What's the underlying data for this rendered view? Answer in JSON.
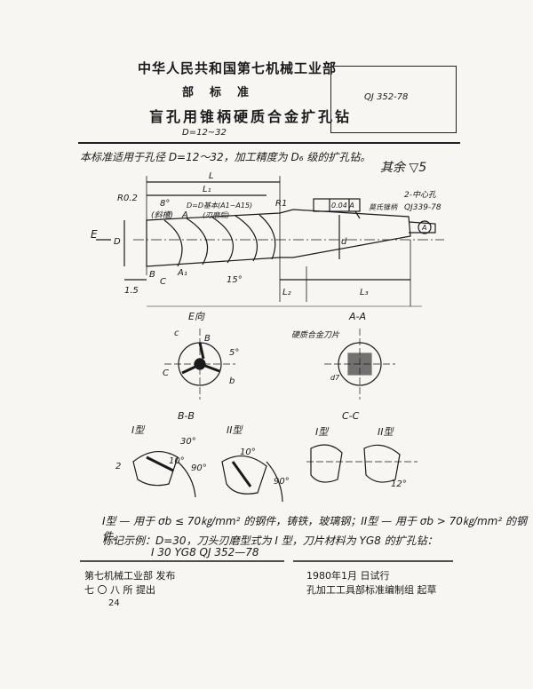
{
  "header": {
    "ministry": "中华人民共和国第七机械工业部",
    "dept_standard": "部标准",
    "title": "盲孔用锥柄硬质合金扩孔钻",
    "range": "D=12~32",
    "standard_no": "QJ 352-78"
  },
  "body": {
    "intro": "本标准适用于孔径 D=12～32，加工精度为 D₆ 级的扩孔钻。",
    "finish": "其余 ▽5"
  },
  "drawing": {
    "labels": {
      "L": "L",
      "L1": "L₁",
      "L2": "L₂",
      "L3": "L₃",
      "l5": "1.5",
      "r02": "R0.2",
      "r1": "R1",
      "deg8": "8°",
      "jiban": "(斜槽)",
      "D_tol": "D=D基本(A1~A15)",
      "grind": "(刃磨后)",
      "tol_frame": "0.04 A",
      "center": "2-中心孔",
      "center_std": "QJ339-78",
      "taper": "莫氏锥柄",
      "E": "E",
      "D": "D",
      "d": "d",
      "B": "B",
      "A": "A",
      "C": "C",
      "A1": "A₁",
      "deg15": "15°",
      "circleA": "A"
    },
    "views": {
      "e_view": "E向",
      "a_a": "A-A",
      "b_b": "B-B",
      "c_c": "C-C",
      "type1": "I型",
      "type2": "II型",
      "chip": "硬质合金刀片",
      "deg5": "5°",
      "deg30": "30°",
      "deg10": "10°",
      "deg90": "90°",
      "two": "2",
      "b_small": "b",
      "c_small": "c",
      "B_cap": "B",
      "C_cap": "C",
      "d7": "d7",
      "deg12": "12°"
    }
  },
  "notes": {
    "types": "I型 — 用于 σb ≤ 70㎏/mm² 的钢件，铸铁，玻璃钢；II型 — 用于 σb > 70㎏/mm² 的钢件。",
    "example": "标记示例：D=30，刀头刃磨型式为 I 型，刀片材料为 YG8 的扩孔钻：",
    "example_code": "I 30  YG8  QJ 352—78"
  },
  "footer": {
    "issuer": "第七机械工业部  发布",
    "institute": "七 〇 八 所  提出",
    "date": "1980年1月  日试行",
    "drafter": "孔加工工具部标准编制组 起草",
    "page": "24"
  }
}
